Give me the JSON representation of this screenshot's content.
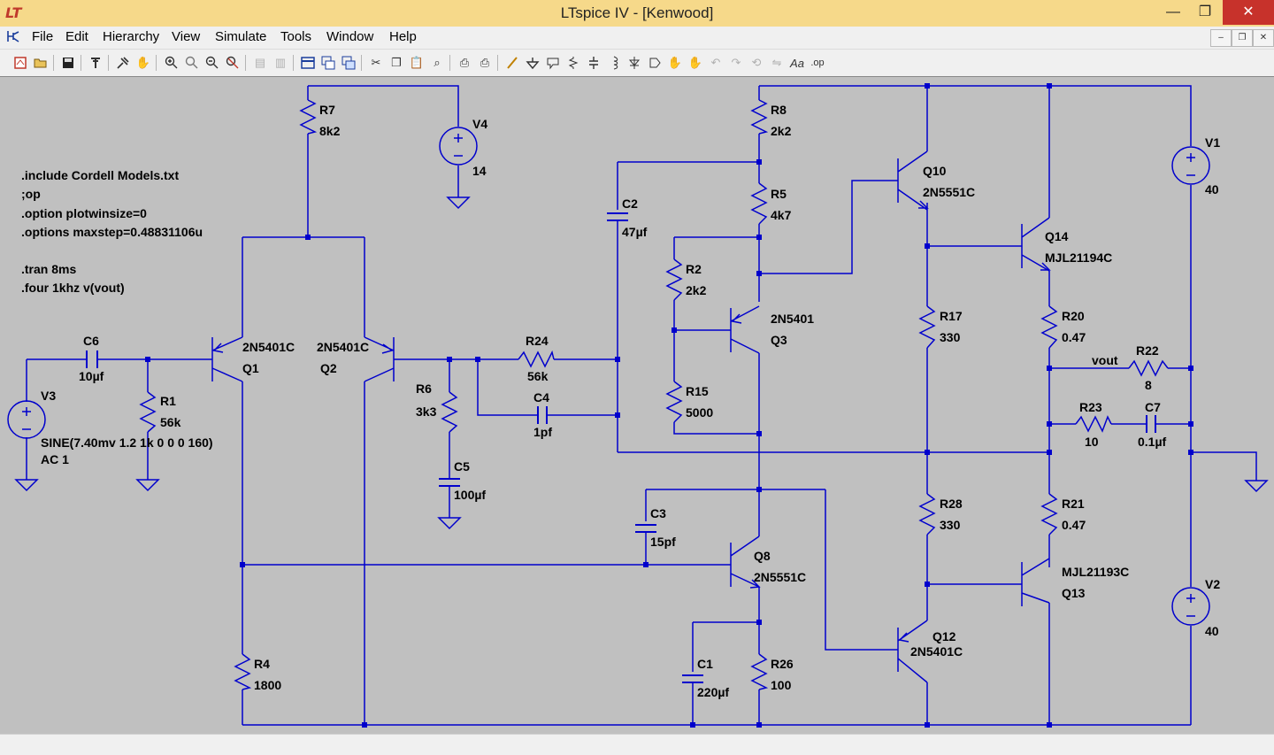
{
  "window": {
    "title": "LTspice IV - [Kenwood]",
    "minimize": "—",
    "maximize": "❐",
    "close": "✕"
  },
  "menu": [
    "File",
    "Edit",
    "Hierarchy",
    "View",
    "Simulate",
    "Tools",
    "Window",
    "Help"
  ],
  "mdi": {
    "minimize": "–",
    "restore": "❐",
    "close": "✕"
  },
  "toolbar": [
    "new-schematic-icon",
    "open-icon",
    "save-icon",
    "control-panel-icon",
    "run-icon",
    "halt-icon",
    "zoom-in-icon",
    "zoom-area-icon",
    "zoom-out-icon",
    "zoom-cancel-icon",
    "tile-icon",
    "cascade-icon",
    "schematic-window-icon",
    "waveform-window-icon",
    "netlist-icon",
    "cut-icon",
    "copy-icon",
    "paste-icon",
    "find-icon",
    "print-setup-icon",
    "print-icon",
    "wire-icon",
    "ground-icon",
    "label-icon",
    "resistor-icon",
    "capacitor-icon",
    "inductor-icon",
    "diode-icon",
    "component-icon",
    "move-icon",
    "drag-icon",
    "undo-icon",
    "redo-icon",
    "rotate-icon",
    "mirror-icon",
    "text-icon",
    "spice-directive-icon"
  ],
  "colors": {
    "wire": "#0000cc",
    "canvas": "#c0c0c0",
    "titlebar": "#f6d98a",
    "close": "#c7322b"
  },
  "directives": [
    ".include Cordell Models.txt",
    ";op",
    ".option plotwinsize=0",
    ".options maxstep=0.48831106u",
    ".tran 8ms",
    ".four 1khz v(vout)"
  ],
  "labels": {
    "R7": "R7",
    "R7v": "8k2",
    "V4": "V4",
    "V4v": "14",
    "R8": "R8",
    "R8v": "2k2",
    "R5": "R5",
    "R5v": "4k7",
    "C2": "C2",
    "C2v": "47µf",
    "R2": "R2",
    "R2v": "2k2",
    "Q3m": "2N5401",
    "Q3": "Q3",
    "R15": "R15",
    "R15v": "5000",
    "Q10": "Q10",
    "Q10m": "2N5551C",
    "V1": "V1",
    "V1v": "40",
    "Q14": "Q14",
    "Q14m": "MJL21194C",
    "R17": "R17",
    "R17v": "330",
    "R20": "R20",
    "R20v": "0.47",
    "vout": "vout",
    "R22": "R22",
    "R22v": "8",
    "R23": "R23",
    "R23v": "10",
    "C7": "C7",
    "C7v": "0.1µf",
    "C6": "C6",
    "C6v": "10µf",
    "Q1m": "2N5401C",
    "Q1": "Q1",
    "Q2m": "2N5401C",
    "Q2": "Q2",
    "R24": "R24",
    "R24v": "56k",
    "R6": "R6",
    "R6v": "3k3",
    "C4": "C4",
    "C4v": "1pf",
    "V3": "V3",
    "V3sig": "SINE(7.40mv 1.2 1k 0 0 0 160)",
    "V3ac": "AC 1",
    "R1": "R1",
    "R1v": "56k",
    "C5": "C5",
    "C5v": "100µf",
    "C3": "C3",
    "C3v": "15pf",
    "Q8": "Q8",
    "Q8m": "2N5551C",
    "R28": "R28",
    "R28v": "330",
    "R21": "R21",
    "R21v": "0.47",
    "Q13m": "MJL21193C",
    "Q13": "Q13",
    "V2": "V2",
    "V2v": "40",
    "Q12": "Q12",
    "Q12m": "2N5401C",
    "C1": "C1",
    "C1v": "220µf",
    "R26": "R26",
    "R26v": "100",
    "R4": "R4",
    "R4v": "1800"
  }
}
